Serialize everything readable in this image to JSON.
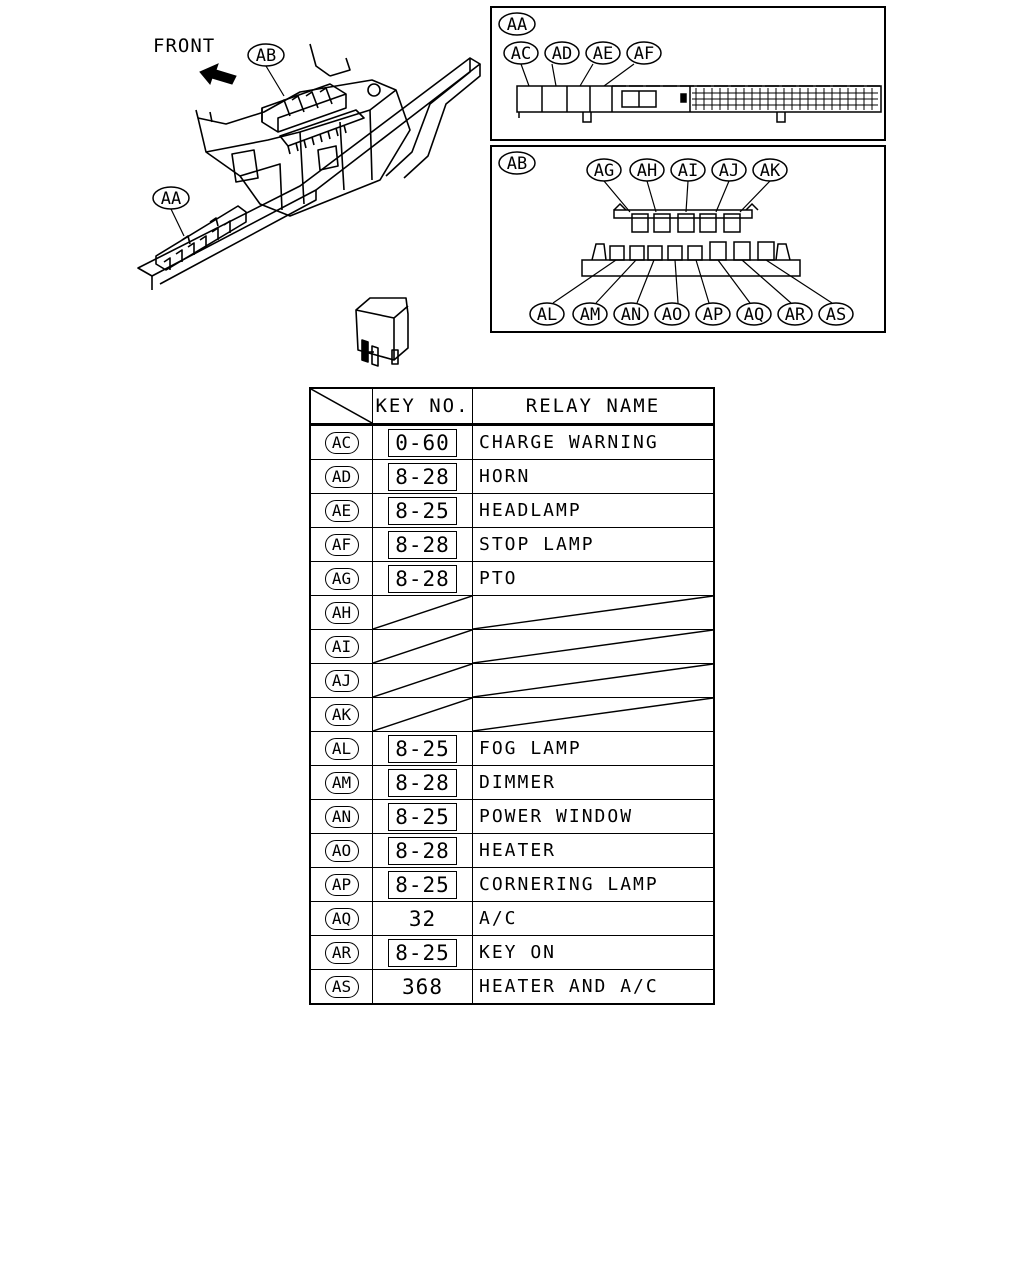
{
  "labels": {
    "front": "FRONT",
    "aa": "AA",
    "ab": "AB"
  },
  "detail_aa": {
    "title": "AA",
    "callouts": [
      "AC",
      "AD",
      "AE",
      "AF"
    ]
  },
  "detail_ab": {
    "title": "AB",
    "top_callouts": [
      "AG",
      "AH",
      "AI",
      "AJ",
      "AK"
    ],
    "bottom_callouts": [
      "AL",
      "AM",
      "AN",
      "AO",
      "AP",
      "AQ",
      "AR",
      "AS"
    ]
  },
  "table": {
    "headers": {
      "key": "KEY NO.",
      "name": "RELAY NAME"
    },
    "rows": [
      {
        "id": "AC",
        "key": "0-60",
        "boxed": true,
        "name": "CHARGE WARNING"
      },
      {
        "id": "AD",
        "key": "8-28",
        "boxed": true,
        "name": "HORN"
      },
      {
        "id": "AE",
        "key": "8-25",
        "boxed": true,
        "name": "HEADLAMP"
      },
      {
        "id": "AF",
        "key": "8-28",
        "boxed": true,
        "name": "STOP LAMP"
      },
      {
        "id": "AG",
        "key": "8-28",
        "boxed": true,
        "name": "PTO"
      },
      {
        "id": "AH",
        "key": "",
        "boxed": false,
        "name": "",
        "empty": true
      },
      {
        "id": "AI",
        "key": "",
        "boxed": false,
        "name": "",
        "empty": true
      },
      {
        "id": "AJ",
        "key": "",
        "boxed": false,
        "name": "",
        "empty": true
      },
      {
        "id": "AK",
        "key": "",
        "boxed": false,
        "name": "",
        "empty": true
      },
      {
        "id": "AL",
        "key": "8-25",
        "boxed": true,
        "name": "FOG LAMP"
      },
      {
        "id": "AM",
        "key": "8-28",
        "boxed": true,
        "name": "DIMMER"
      },
      {
        "id": "AN",
        "key": "8-25",
        "boxed": true,
        "name": "POWER WINDOW"
      },
      {
        "id": "AO",
        "key": "8-28",
        "boxed": true,
        "name": "HEATER"
      },
      {
        "id": "AP",
        "key": "8-25",
        "boxed": true,
        "name": "CORNERING LAMP"
      },
      {
        "id": "AQ",
        "key": "32",
        "boxed": false,
        "name": "A/C"
      },
      {
        "id": "AR",
        "key": "8-25",
        "boxed": true,
        "name": "KEY ON"
      },
      {
        "id": "AS",
        "key": "368",
        "boxed": false,
        "name": "HEATER AND A/C"
      }
    ]
  }
}
